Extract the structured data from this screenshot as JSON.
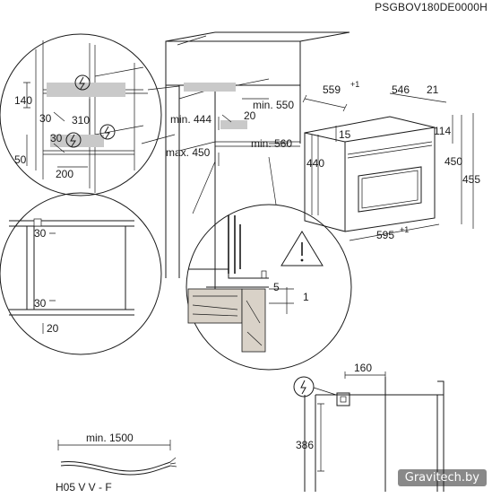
{
  "header": {
    "model_code": "PSGBOV180DE0000H"
  },
  "cabinet_detail": {
    "dims": [
      "140",
      "30",
      "310",
      "30",
      "50",
      "200"
    ]
  },
  "niche": {
    "dims": [
      "min. 444",
      "20",
      "max. 450",
      "min. 550",
      "min. 560"
    ]
  },
  "oven": {
    "dims": [
      "559",
      "+1",
      "546",
      "21",
      "15",
      "114",
      "440",
      "450",
      "455",
      "595",
      "+1"
    ]
  },
  "corner_detail": {
    "dims": [
      "30",
      "30",
      "20"
    ]
  },
  "warning_detail": {
    "dims": [
      "5",
      "1"
    ]
  },
  "socket_detail": {
    "dims": [
      "160",
      "386"
    ]
  },
  "cable": {
    "length": "min. 1500",
    "type": "H05 V V - F"
  },
  "watermark": {
    "text": "Gravitech.by"
  }
}
